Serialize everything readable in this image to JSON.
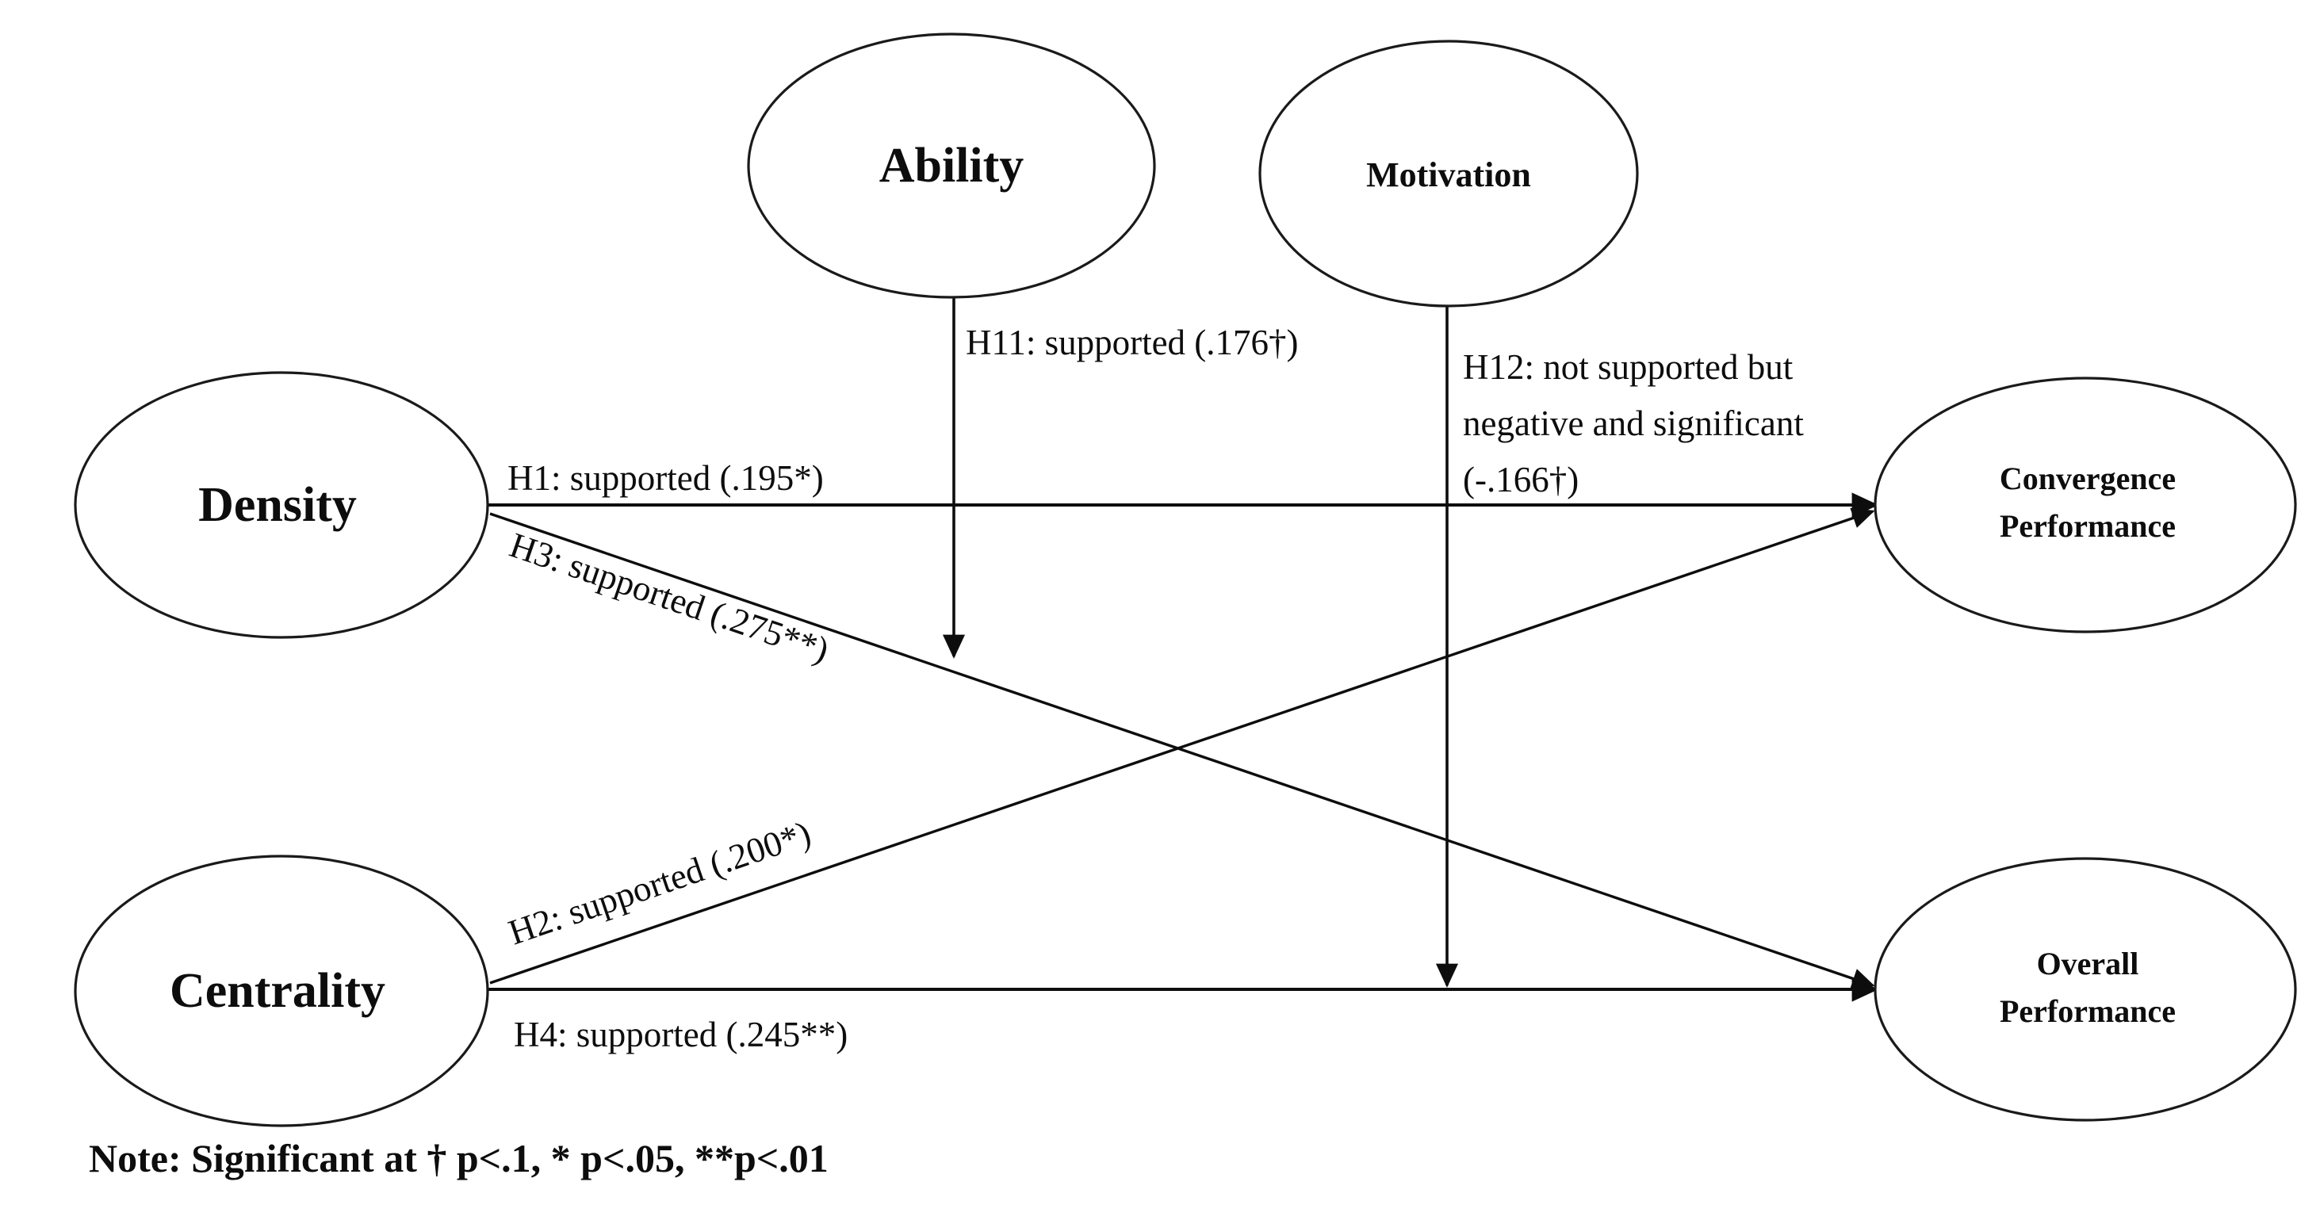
{
  "figure": {
    "type": "path-model-diagram",
    "background": "#ffffff",
    "line_color": "#0d0d0d",
    "text_color": "#0d0d0d"
  },
  "nodes": {
    "ability": {
      "label": "Ability"
    },
    "motivation": {
      "label": "Motivation"
    },
    "density": {
      "label": "Density"
    },
    "centrality": {
      "label": "Centrality"
    },
    "convergence_performance": {
      "line1": "Convergence",
      "line2": "Performance"
    },
    "overall_performance": {
      "line1": "Overall",
      "line2": "Performance"
    }
  },
  "edges": {
    "h1": {
      "label": "H1: supported (.195*)"
    },
    "h2": {
      "label": "H2: supported (.200*)"
    },
    "h3": {
      "label": "H3: supported (.275**)"
    },
    "h4": {
      "label": "H4: supported (.245**)"
    },
    "h11": {
      "label": "H11: supported (.176†)"
    },
    "h12": {
      "line1": "H12: not supported but",
      "line2": "negative and significant",
      "line3": "(-.166†)"
    }
  },
  "note": {
    "text": "Note: Significant at † p<.1, * p<.05, **p<.01"
  }
}
